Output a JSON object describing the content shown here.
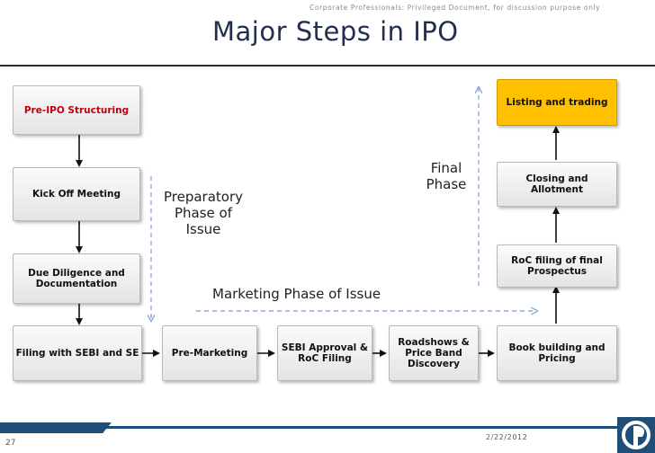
{
  "header": {
    "confidentiality_note": "Corporate Professionals: Privileged Document, for discussion purpose only",
    "title": "Major Steps in IPO"
  },
  "steps": {
    "pre_ipo": "Pre-IPO Structuring",
    "kick_off": "Kick Off Meeting",
    "due_diligence_1": "Due Diligence and",
    "due_diligence_2": "Documentation",
    "filing": "Filing with SEBI and SE",
    "pre_marketing": "Pre-Marketing",
    "sebi_approval_1": "SEBI Approval &",
    "sebi_approval_2": "RoC Filing",
    "roadshows_1": "Roadshows &",
    "roadshows_2": "Price Band",
    "roadshows_3": "Discovery",
    "book_building_1": "Book building and",
    "book_building_2": "Pricing",
    "roc_final_1": "RoC filing of final",
    "roc_final_2": "Prospectus",
    "closing_1": "Closing and",
    "closing_2": "Allotment",
    "listing": "Listing and trading"
  },
  "phases": {
    "preparatory_1": "Preparatory",
    "preparatory_2": "Phase of",
    "preparatory_3": "Issue",
    "marketing": "Marketing Phase of Issue",
    "final_1": "Final",
    "final_2": "Phase"
  },
  "footer": {
    "page_number": "27",
    "date": "2/22/2012"
  },
  "colors": {
    "highlight": "#ffc000",
    "accent_red": "#c0000c",
    "dashed_arrow": "#8eaadb",
    "footer_bar": "#1f4e79"
  }
}
